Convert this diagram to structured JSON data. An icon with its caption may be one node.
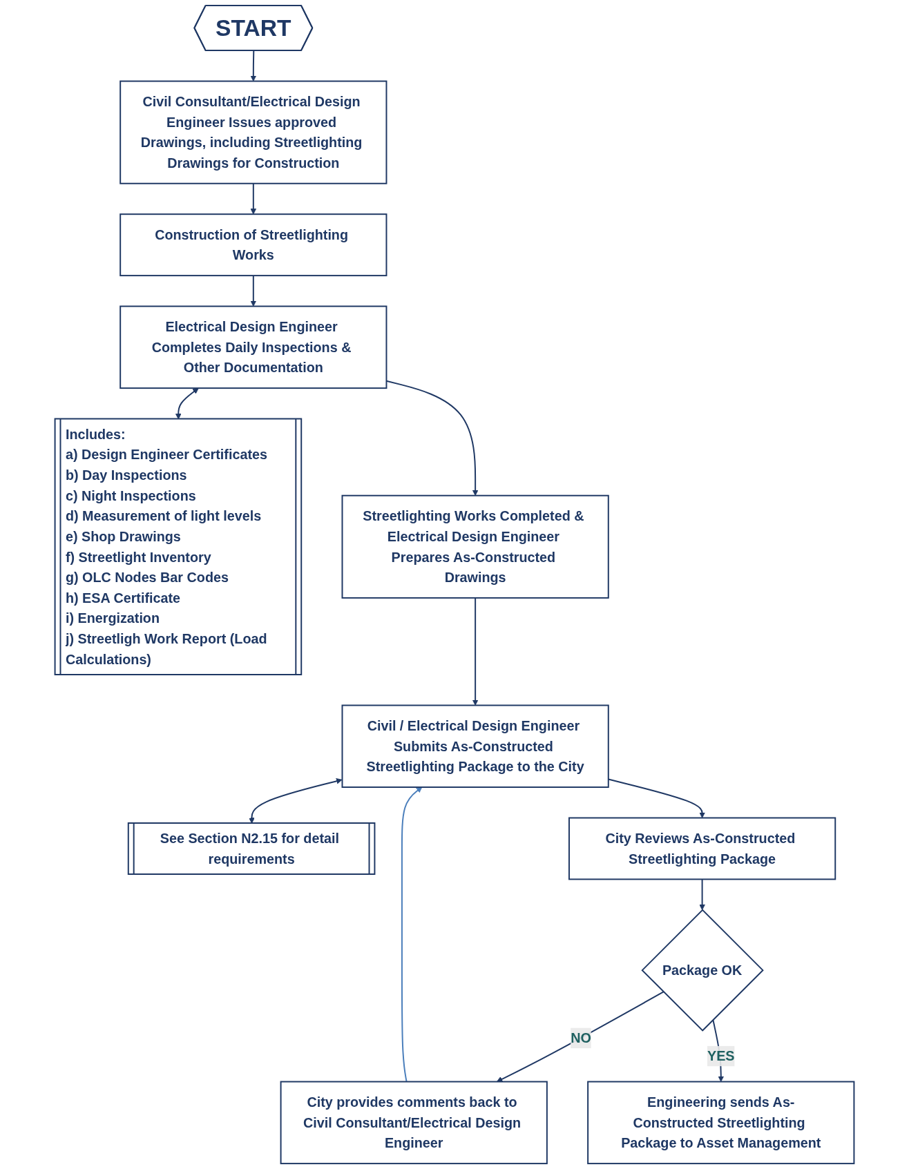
{
  "diagram": {
    "nodes": [
      {
        "text": [
          "START"
        ]
      },
      {
        "text": [
          "Civil Consultant/Electrical Design Engineer Issues approved Drawings, including Streetlighting Drawings for Construction"
        ]
      },
      {
        "text": [
          "Construction of Streetlighting Works"
        ]
      },
      {
        "text": [
          "Electrical Design Engineer Completes Daily Inspections & Other Documentation"
        ]
      },
      {
        "text": [
          "Includes:",
          "a) Design Engineer Certificates",
          "b) Day Inspections",
          "c) Night Inspections",
          "d) Measurement of light levels",
          "e) Shop Drawings",
          "f) Streetlight Inventory",
          "g) OLC Nodes Bar Codes",
          "h) ESA Certificate",
          "i) Energization",
          "j) Streetligh Work Report (Load Calculations)"
        ]
      },
      {
        "text": [
          "Streetlighting Works Completed & Electrical Design Engineer Prepares As-Constructed Drawings"
        ]
      },
      {
        "text": [
          "Civil / Electrical Design Engineer Submits As-Constructed Streetlighting Package to the City"
        ]
      },
      {
        "text": [
          "See Section N2.15 for detail requirements"
        ]
      },
      {
        "text": [
          "City Reviews As-Constructed Streetlighting Package"
        ]
      },
      {
        "text": [
          "Package OK"
        ]
      },
      {
        "text": [
          "City provides comments back to Civil Consultant/Electrical Design Engineer"
        ]
      },
      {
        "text": [
          "Engineering sends As-Constructed Streetlighting Package to Asset Management"
        ]
      }
    ],
    "edges": [
      {
        "from": 0,
        "to": 1,
        "arrow": "to"
      },
      {
        "from": 1,
        "to": 2,
        "arrow": "to"
      },
      {
        "from": 2,
        "to": 3,
        "arrow": "to"
      },
      {
        "from": 3,
        "to": 4,
        "arrow": "both"
      },
      {
        "from": 3,
        "to": 5,
        "arrow": "to"
      },
      {
        "from": 5,
        "to": 6,
        "arrow": "to"
      },
      {
        "from": 6,
        "to": 7,
        "arrow": "both"
      },
      {
        "from": 6,
        "to": 8,
        "arrow": "to"
      },
      {
        "from": 8,
        "to": 9,
        "arrow": "to"
      },
      {
        "from": 9,
        "to": 10,
        "label": "NO",
        "arrow": "to"
      },
      {
        "from": 10,
        "to": 6,
        "arrow": "to",
        "color": "#4a7ebb"
      },
      {
        "from": 9,
        "to": 11,
        "label": "YES",
        "arrow": "to"
      }
    ]
  }
}
